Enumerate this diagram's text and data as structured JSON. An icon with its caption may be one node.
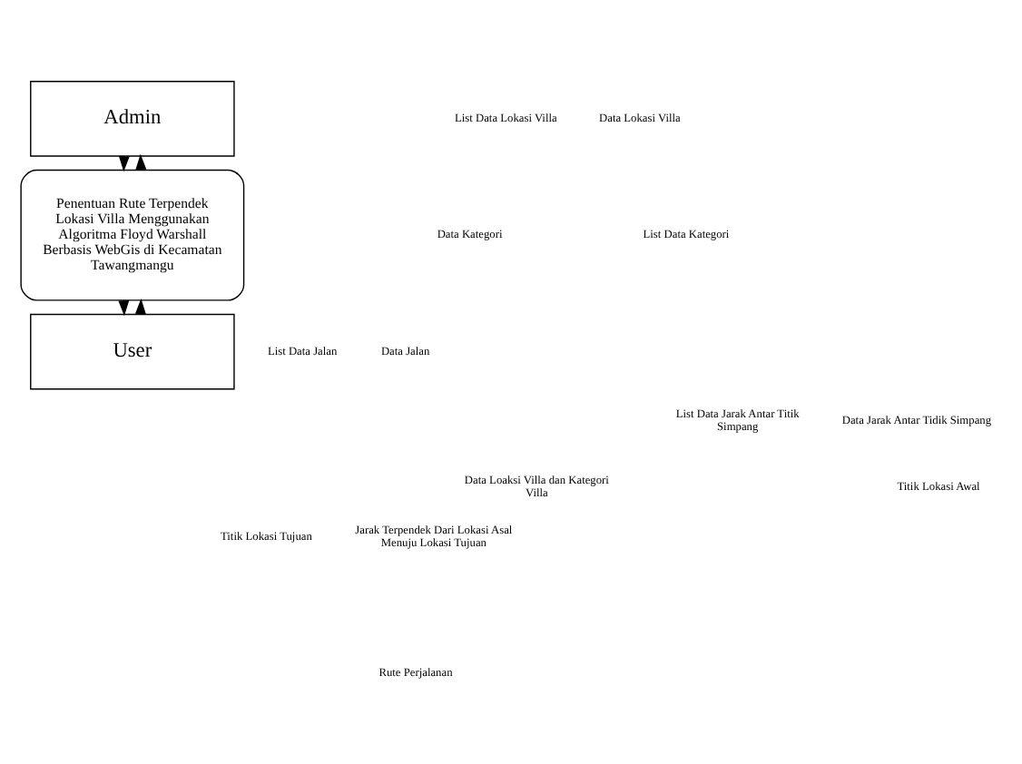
{
  "diagram": {
    "nodes": [
      {
        "text": [
          "Admin"
        ]
      },
      {
        "text": [
          "Penentuan Rute Terpendek Lokasi Villa Menggunakan Algoritma Floyd Warshall Berbasis WebGis di Kecamatan Tawangmangu"
        ]
      },
      {
        "text": [
          "User"
        ]
      }
    ],
    "edges": [
      {
        "from": 0,
        "to": 1,
        "arrow": "to"
      },
      {
        "from": 1,
        "to": 0,
        "arrow": "to"
      },
      {
        "from": 1,
        "to": 2,
        "arrow": "to"
      },
      {
        "from": 2,
        "to": 1,
        "arrow": "to"
      }
    ],
    "labels": [
      "List Data Lokasi Villa",
      "Data Lokasi Villa",
      "List Data Kategori",
      "Data Kategori",
      "List Data Jalan",
      "Data Jalan",
      "List Data Jarak Antar Titik Simpang",
      "Data Jarak Antar Tidik Simpang",
      "Titik Lokasi Awal",
      "Data Loaksi Villa dan Kategori Villa",
      "Titik Lokasi Tujuan",
      "Jarak Terpendek Dari Lokasi Asal Menuju Lokasi Tujuan",
      "Rute Perjalanan"
    ]
  }
}
